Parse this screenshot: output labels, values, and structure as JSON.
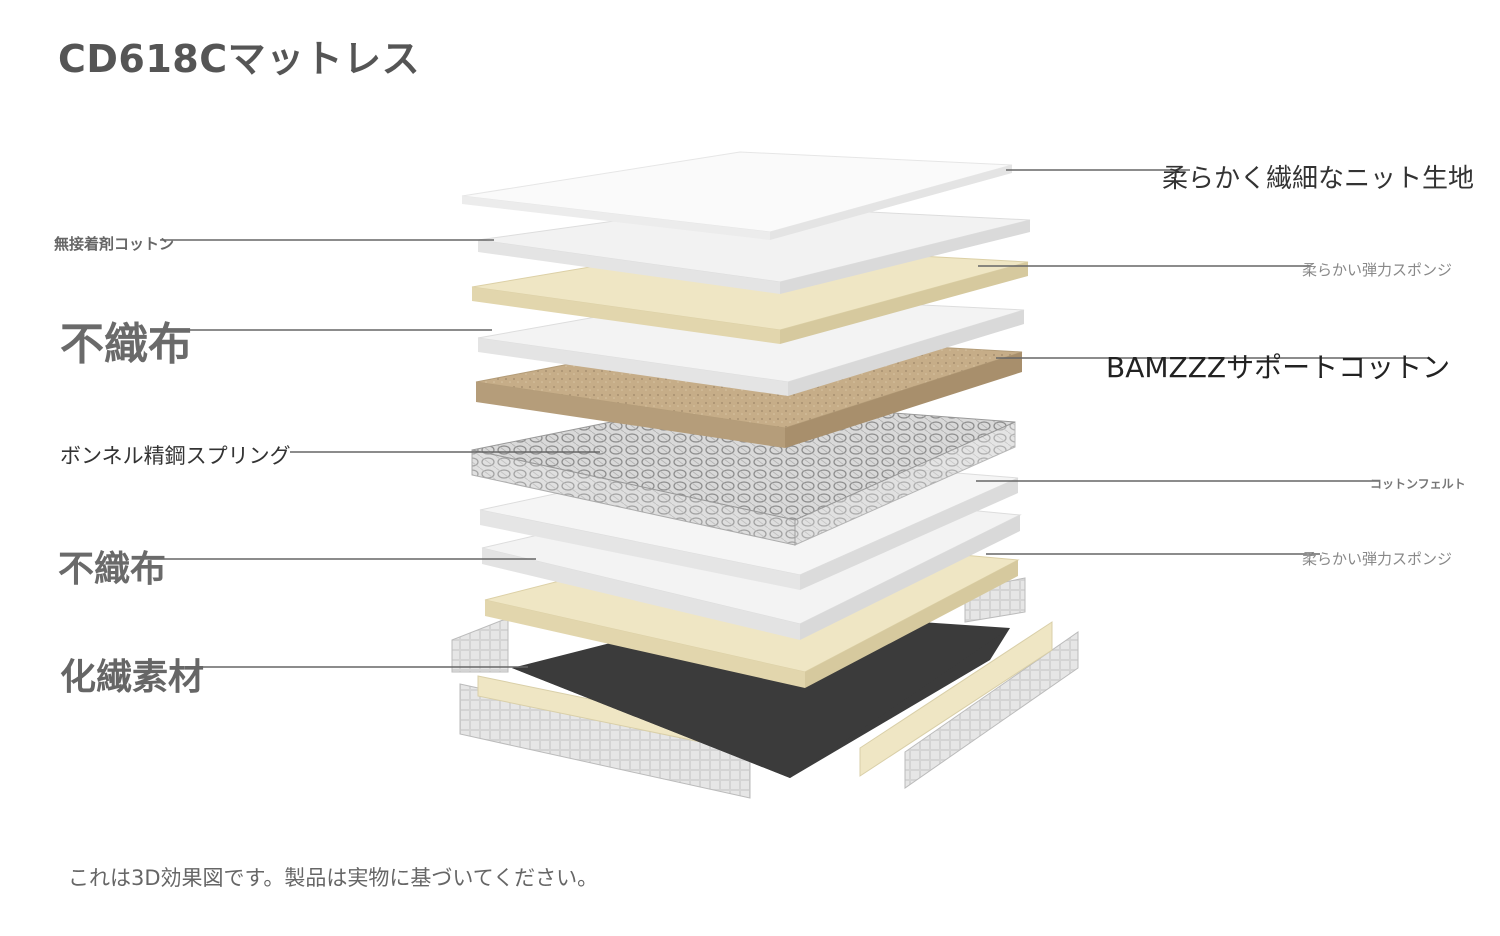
{
  "title": "CD618Cマットレス",
  "layers": {
    "knit": "柔らかく繊細なニット生地",
    "cotton_nonbonded": "無接着剤コットン",
    "sponge_top": "柔らかい弾力スポンジ",
    "nonwoven_top": "不織布",
    "bamzzz": "BAMZZZサポートコットン",
    "spring": "ボンネル精鋼スプリング",
    "felt": "コットンフェルト",
    "sponge_bottom": "柔らかい弾力スポンジ",
    "nonwoven_bottom": "不織布",
    "fiber": "化繊素材"
  },
  "note": "これは3D効果図です。製品は実物に基づいてください。",
  "colors": {
    "white_layer": "#f4f4f4",
    "foam": "#efe6c4",
    "support_cotton": "#c2ab87",
    "spring": "#a9a9a9",
    "base": "#3b3b3b",
    "frame": "#cfcfcf",
    "leader": "#666666"
  }
}
